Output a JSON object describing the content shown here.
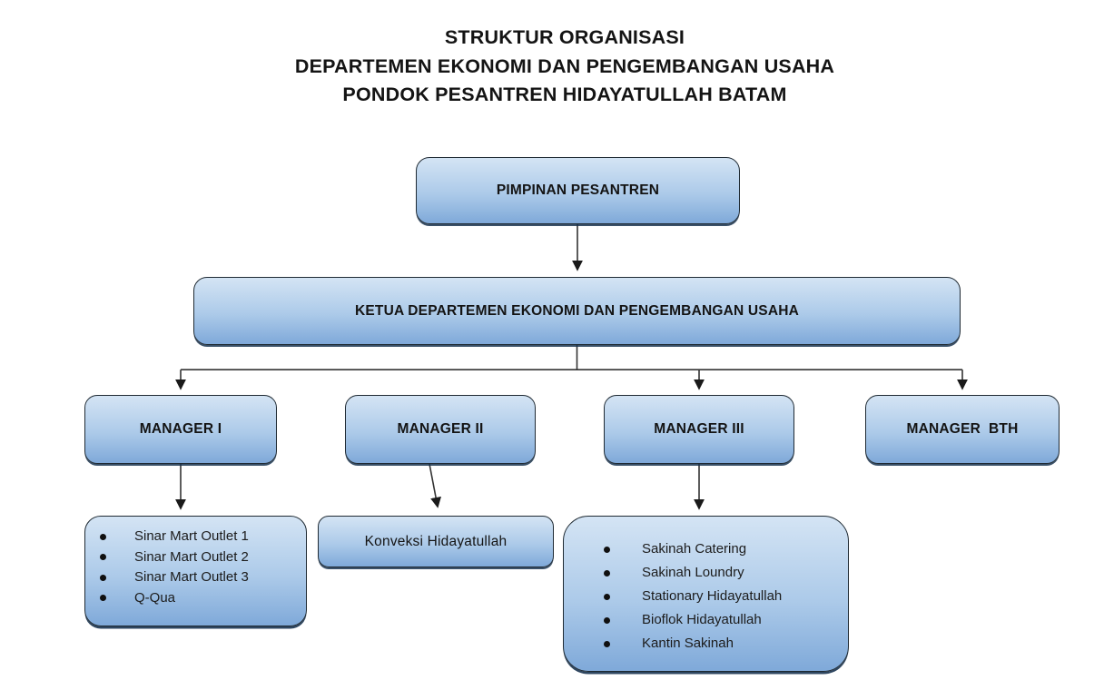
{
  "title": {
    "line1": "STRUKTUR ORGANISASI",
    "line2": "DEPARTEMEN EKONOMI DAN PENGEMBANGAN USAHA",
    "line3": "PONDOK PESANTREN HIDAYATULLAH BATAM"
  },
  "nodes": {
    "pimpinan": {
      "label": "PIMPINAN PESANTREN"
    },
    "ketua": {
      "label": "KETUA DEPARTEMEN EKONOMI DAN PENGEMBANGAN USAHA"
    },
    "manager1": {
      "label": "MANAGER I"
    },
    "manager2": {
      "label": "MANAGER II"
    },
    "manager3": {
      "label": "MANAGER III"
    },
    "manager_bth": {
      "label": "MANAGER  BTH"
    },
    "manager1_units": {
      "items": [
        "Sinar Mart Outlet 1",
        "Sinar Mart Outlet 2",
        "Sinar Mart Outlet 3",
        "Q-Qua"
      ]
    },
    "manager2_unit": {
      "label": "Konveksi Hidayatullah"
    },
    "manager3_units": {
      "items": [
        "Sakinah Catering",
        "Sakinah Loundry",
        "Stationary Hidayatullah",
        "Bioflok Hidayatullah",
        "Kantin Sakinah"
      ]
    }
  },
  "colors": {
    "box_gradient_top": "#d4e4f4",
    "box_gradient_mid": "#accae9",
    "box_gradient_bottom": "#7fa9d9",
    "box_border": "#1f2a33",
    "connector": "#333333",
    "text": "#141414",
    "page_bg": "#ffffff"
  }
}
